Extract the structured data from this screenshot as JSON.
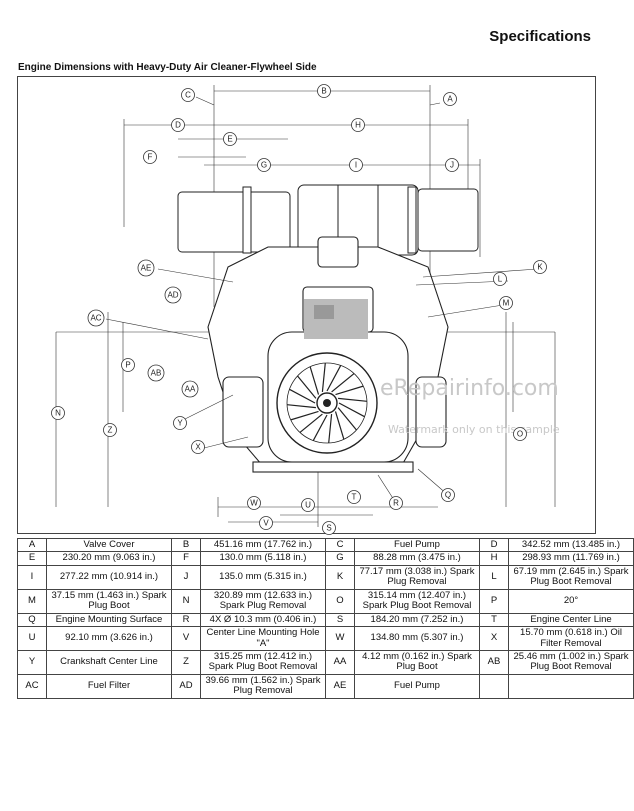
{
  "header": {
    "title": "Specifications"
  },
  "section": {
    "heading": "Engine Dimensions with Heavy-Duty Air Cleaner-Flywheel Side"
  },
  "watermark": {
    "site": "eRepairinfo.com",
    "note": "Watermark only on this sample"
  },
  "diagram": {
    "callouts": [
      "A",
      "B",
      "C",
      "D",
      "E",
      "F",
      "G",
      "H",
      "I",
      "J",
      "K",
      "L",
      "M",
      "N",
      "O",
      "P",
      "Q",
      "R",
      "S",
      "T",
      "U",
      "V",
      "W",
      "X",
      "Y",
      "Z",
      "AA",
      "AB",
      "AC",
      "AD",
      "AE"
    ]
  },
  "rows": [
    [
      {
        "l": "A",
        "v": "Valve Cover"
      },
      {
        "l": "B",
        "v": "451.16 mm (17.762 in.)"
      },
      {
        "l": "C",
        "v": "Fuel Pump"
      },
      {
        "l": "D",
        "v": "342.52 mm (13.485 in.)"
      }
    ],
    [
      {
        "l": "E",
        "v": "230.20 mm (9.063 in.)"
      },
      {
        "l": "F",
        "v": "130.0 mm (5.118 in.)"
      },
      {
        "l": "G",
        "v": "88.28 mm (3.475 in.)"
      },
      {
        "l": "H",
        "v": "298.93 mm (11.769 in.)"
      }
    ],
    [
      {
        "l": "I",
        "v": "277.22 mm (10.914 in.)"
      },
      {
        "l": "J",
        "v": "135.0 mm (5.315 in.)"
      },
      {
        "l": "K",
        "v": "77.17 mm (3.038 in.) Spark Plug Removal"
      },
      {
        "l": "L",
        "v": "67.19 mm (2.645 in.) Spark Plug Boot Removal"
      }
    ],
    [
      {
        "l": "M",
        "v": "37.15 mm (1.463 in.) Spark Plug Boot"
      },
      {
        "l": "N",
        "v": "320.89 mm (12.633 in.) Spark Plug Removal"
      },
      {
        "l": "O",
        "v": "315.14 mm (12.407 in.) Spark Plug Boot Removal"
      },
      {
        "l": "P",
        "v": "20°"
      }
    ],
    [
      {
        "l": "Q",
        "v": "Engine Mounting Surface"
      },
      {
        "l": "R",
        "v": "4X Ø 10.3 mm (0.406 in.)"
      },
      {
        "l": "S",
        "v": "184.20 mm (7.252 in.)"
      },
      {
        "l": "T",
        "v": "Engine Center Line"
      }
    ],
    [
      {
        "l": "U",
        "v": "92.10 mm (3.626 in.)"
      },
      {
        "l": "V",
        "v": "Center Line Mounting Hole \"A\""
      },
      {
        "l": "W",
        "v": "134.80 mm (5.307 in.)"
      },
      {
        "l": "X",
        "v": "15.70 mm (0.618 in.) Oil Filter Removal"
      }
    ],
    [
      {
        "l": "Y",
        "v": "Crankshaft Center Line"
      },
      {
        "l": "Z",
        "v": "315.25 mm (12.412 in.) Spark Plug Boot Removal"
      },
      {
        "l": "AA",
        "v": "4.12 mm (0.162 in.) Spark Plug Boot"
      },
      {
        "l": "AB",
        "v": "25.46 mm (1.002 in.) Spark Plug Boot Removal"
      }
    ],
    [
      {
        "l": "AC",
        "v": "Fuel Filter"
      },
      {
        "l": "AD",
        "v": "39.66 mm (1.562 in.) Spark Plug Removal"
      },
      {
        "l": "AE",
        "v": "Fuel Pump"
      },
      {
        "l": "",
        "v": ""
      }
    ]
  ]
}
